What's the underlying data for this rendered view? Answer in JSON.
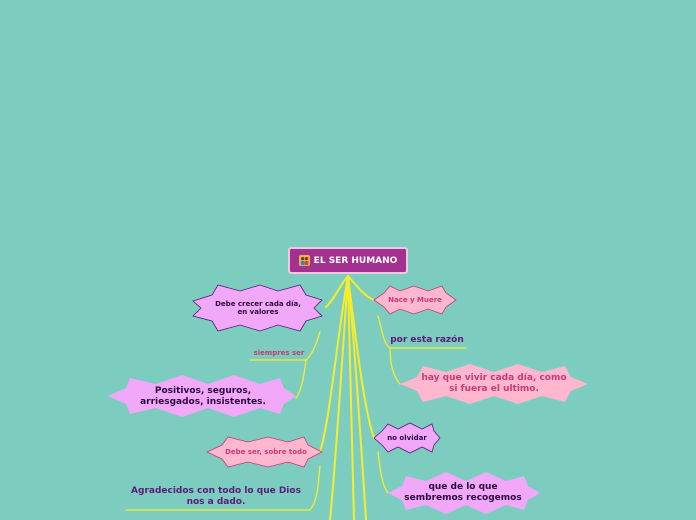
{
  "central": {
    "title": "EL SER HUMANO",
    "icon": "people-icon"
  },
  "nodes": {
    "valores": "Debe crecer cada día, en valores",
    "nace": "Nace y Muere",
    "siempre": "siempres ser",
    "razon": "por esta razón",
    "vivir": "hay que vivir cada día, como si fuera el ultimo.",
    "positivos": "Positivos, seguros, arriesgados, insistentes.",
    "sobre": "Debe ser, sobre todo",
    "olvidar": "no olvidar",
    "recogemos": "que de lo que sembremos recogemos",
    "agradecidos": "Agradecidos con todo lo que Dios nos a dado."
  },
  "colors": {
    "background": "#7ccdc0",
    "central": "#a3318f",
    "branch": "#f7ec2a",
    "violet": "#f1a8f8",
    "pink": "#ffb6cf"
  }
}
